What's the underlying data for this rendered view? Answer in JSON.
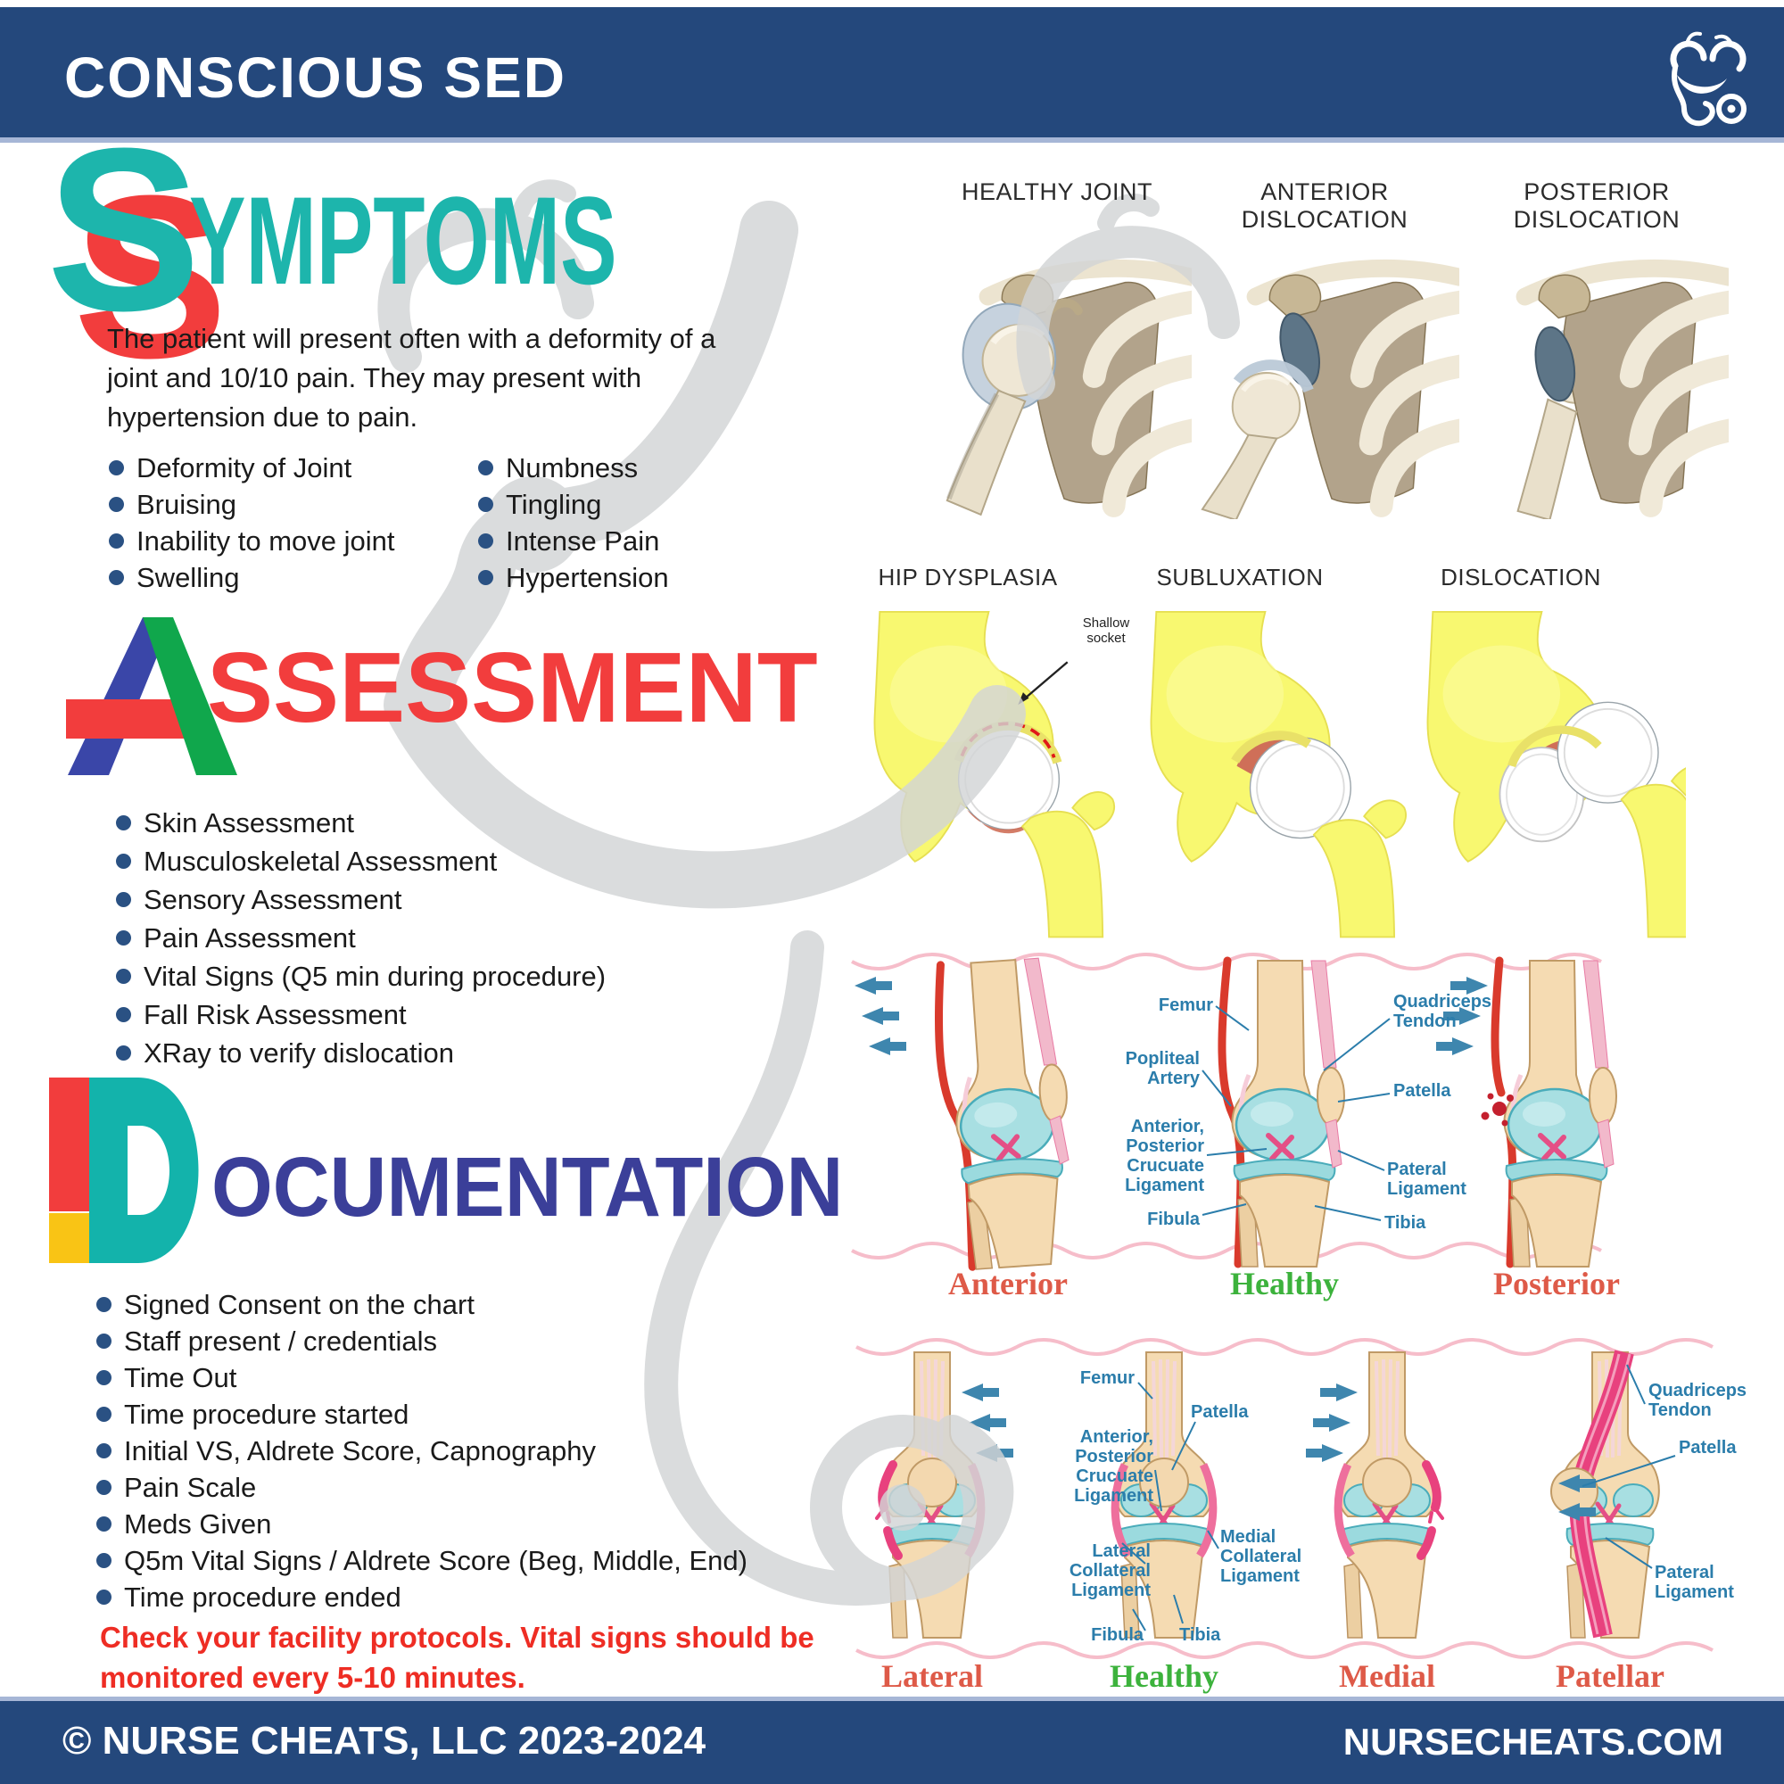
{
  "header": {
    "title": "CONSCIOUS SED",
    "icon": "smiling-stethoscope-logo"
  },
  "symptoms": {
    "initial": "S",
    "word_rest": "YMPTOMS",
    "intro": "The patient will present often with a deformity of a\njoint and 10/10 pain.  They may present with\nhypertension due to pain.",
    "bullets_left": [
      "Deformity of Joint",
      "Bruising",
      "Inability to move joint",
      "Swelling"
    ],
    "bullets_right": [
      "Numbness",
      "Tingling",
      "Intense Pain",
      "Hypertension"
    ]
  },
  "assessment": {
    "initial": "A",
    "word_rest": "SSESSMENT",
    "bullets": [
      "Skin Assessment",
      "Musculoskeletal Assessment",
      "Sensory Assessment",
      "Pain Assessment",
      "Vital Signs (Q5 min during procedure)",
      "Fall Risk Assessment",
      "XRay to verify dislocation"
    ]
  },
  "documentation": {
    "initial": "D",
    "word_rest": "OCUMENTATION",
    "bullets": [
      "Signed Consent on the chart",
      "Staff present / credentials",
      "Time Out",
      "Time procedure started",
      "Initial VS, Aldrete Score, Capnography",
      "Pain Scale",
      "Meds Given",
      "Q5m Vital Signs / Aldrete Score (Beg, Middle, End)",
      "Time procedure ended"
    ],
    "warning": "Check your facility protocols.  Vital signs should be\nmonitored every 5-10 minutes."
  },
  "shoulder_row": {
    "titles": [
      "HEALTHY JOINT",
      "ANTERIOR\nDISLOCATION",
      "POSTERIOR\nDISLOCATION"
    ]
  },
  "hip_row": {
    "titles": [
      "HIP DYSPLASIA",
      "SUBLUXATION",
      "DISLOCATION"
    ],
    "annotation": "Shallow\nsocket"
  },
  "knee_side_row": {
    "captions": [
      "Anterior",
      "Healthy",
      "Posterior"
    ],
    "labels": {
      "femur": "Femur",
      "popliteal": "Popliteal\nArtery",
      "cruciate": "Anterior,\nPosterior\nCrucuate\nLigament",
      "fibula": "Fibula",
      "quad": "Quadriceps\nTendon",
      "patella": "Patella",
      "pateral": "Pateral\nLigament",
      "tibia": "Tibia"
    }
  },
  "knee_front_row": {
    "captions": [
      "Lateral",
      "Healthy",
      "Medial",
      "Patellar"
    ],
    "labels": {
      "femur": "Femur",
      "patella": "Patella",
      "cruciate": "Anterior,\nPosterior\nCrucuate\nLigament",
      "lcl": "Lateral\nCollateral\nLigament",
      "mcl": "Medial\nCollateral\nLigament",
      "fibula": "Fibula",
      "tibia": "Tibia",
      "quad": "Quadriceps\nTendon",
      "patella_p": "Patella",
      "pateral": "Pateral\nLigament"
    }
  },
  "footer": {
    "left": "© NURSE CHEATS, LLC 2023-2024",
    "right": "NURSECHEATS.COM"
  },
  "colors": {
    "navy_bar": "#24487c",
    "teal": "#1db5ac",
    "red": "#f23d3d",
    "indigo": "#3b3f99",
    "letter_blue": "#3a46a8",
    "letter_green": "#10a74c",
    "letter_yellow": "#f9c415",
    "bullet_navy": "#2a5183",
    "warning_red": "#ee2d24",
    "caption_salmon": "#de5a48",
    "caption_green": "#3cb23c",
    "label_blue": "#2b7dab",
    "watermark_gray": "#d3d5d6",
    "bone_tan": "#f5dbb2",
    "cartilage_teal": "#a8dfe2",
    "artery_red": "#d93a2c",
    "ligament_pink": "#ee6f9d",
    "hip_yellow": "#f8f870",
    "socket_slate": "#5d7587"
  }
}
